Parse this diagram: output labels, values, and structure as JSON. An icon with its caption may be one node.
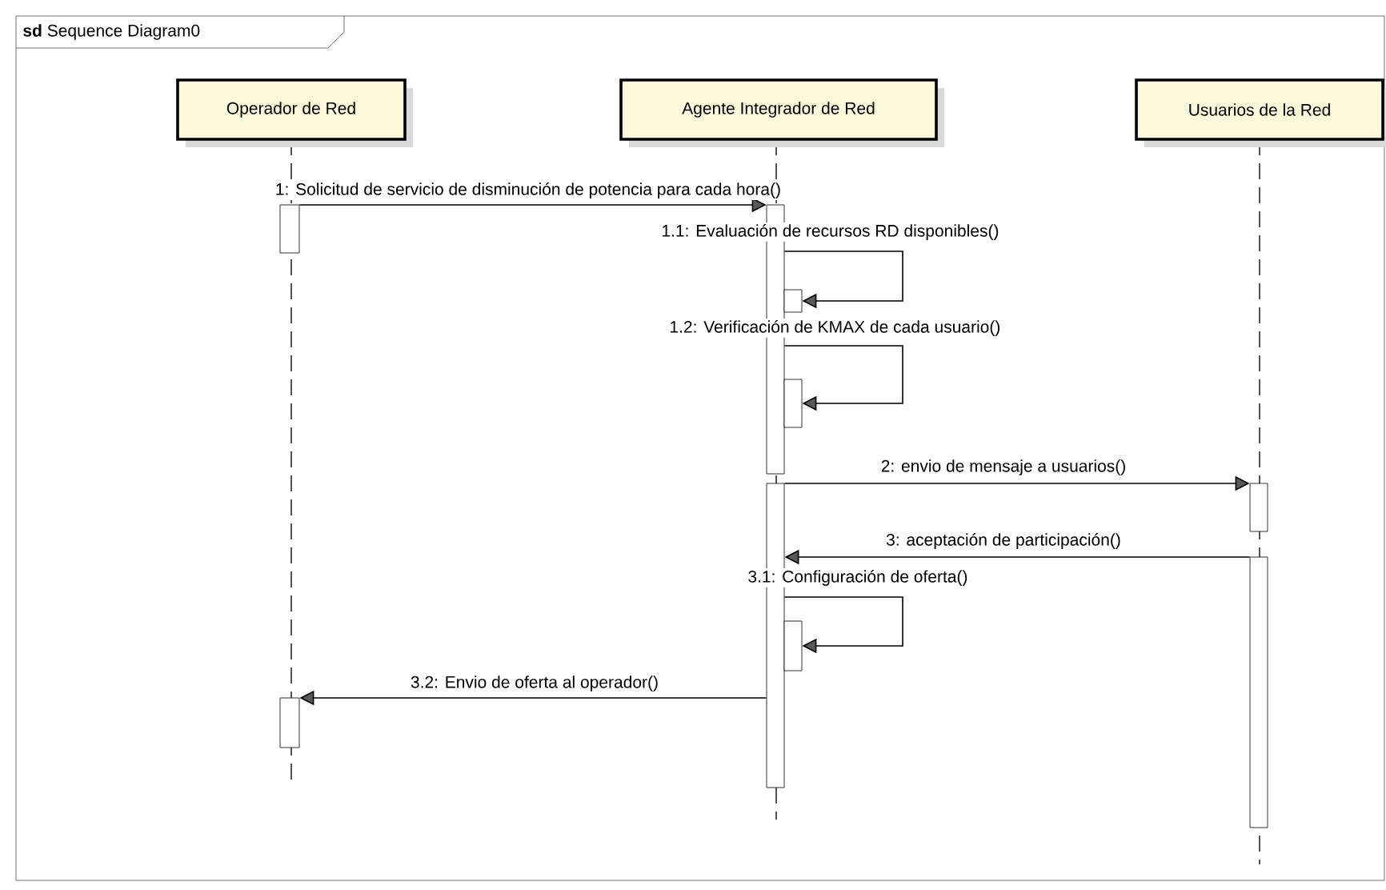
{
  "diagram": {
    "title": "**sd** Sequence Diagram0",
    "nodes": [
      {
        "text": [
          "Operador de Red"
        ]
      },
      {
        "text": [
          "Agente Integrador de Red"
        ]
      },
      {
        "text": [
          "Usuarios de la Red"
        ]
      },
      {
        "text": [],
        "shape": "bar"
      },
      {
        "text": [],
        "shape": "bar"
      },
      {
        "text": [],
        "shape": "bar"
      },
      {
        "text": [],
        "shape": "bar"
      },
      {
        "text": [],
        "shape": "bar"
      },
      {
        "text": [],
        "shape": "bar"
      },
      {
        "text": [],
        "shape": "bar"
      },
      {
        "text": [],
        "shape": "bar"
      },
      {
        "text": [],
        "shape": "bar"
      }
    ],
    "edges": [
      {
        "from": 3,
        "to": 4,
        "arrow": "to",
        "label": "1: Solicitud de servicio de disminución de potencia para cada hora()"
      },
      {
        "from": 4,
        "to": 5,
        "arrow": "to",
        "label": "1.1: Evaluación de recursos RD disponibles()"
      },
      {
        "from": 4,
        "to": 6,
        "arrow": "to",
        "label": "1.2: Verificación de KMAX de cada usuario()"
      },
      {
        "from": 7,
        "to": 8,
        "arrow": "to",
        "label": "2: envio de mensaje a usuarios()"
      },
      {
        "from": 9,
        "to": 7,
        "arrow": "to",
        "label": "3: aceptación de participación()"
      },
      {
        "from": 7,
        "to": 10,
        "arrow": "to",
        "label": "3.1: Configuración de oferta()"
      },
      {
        "from": 7,
        "to": 11,
        "arrow": "to",
        "label": "3.2: Envio de oferta al operador()"
      }
    ]
  }
}
